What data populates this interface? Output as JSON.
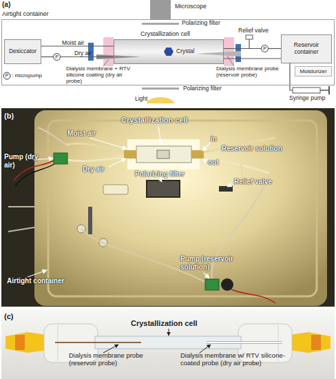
{
  "diagram": {
    "nodes": [
      {
        "text": [
          "Airtight container"
        ]
      },
      {
        "text": [
          "Microscope"
        ]
      },
      {
        "text": [
          "Desiccator"
        ],
        "in": 0
      },
      {
        "text": [
          "Crystallization cell"
        ],
        "in": 0
      },
      {
        "text": [
          "Reservoir container"
        ],
        "in": 0
      },
      {
        "text": [
          "Moisturizer"
        ],
        "in": 0
      },
      {
        "text": [
          "P"
        ],
        "in": 0
      },
      {
        "text": [
          "P"
        ],
        "in": 0
      }
    ],
    "edges": [
      {
        "from": 3,
        "to": 2,
        "arrow": "none",
        "label": "Moist air"
      },
      {
        "from": 2,
        "to": 6,
        "arrow": "none"
      },
      {
        "from": 6,
        "to": 3,
        "arrow": "none",
        "label": "Dry air"
      },
      {
        "from": 3,
        "to": 7,
        "arrow": "none"
      },
      {
        "from": 7,
        "to": 4,
        "arrow": "none"
      },
      {
        "from": 3,
        "to": 4,
        "arrow": "none"
      }
    ],
    "labels": [
      "(a)",
      "Polarizing filter",
      "Crystal",
      "Relief valve",
      "Dialysis membrane + RTV silicone coating (dry air probe)",
      "Dialysis membrane probe (reservoir probe)",
      "P",
      "Polarizing filter",
      "Light",
      "Syringe pump",
      "(b)",
      "Crystallization cell",
      "Moist air",
      "Pump (dry air)",
      "Dry air",
      "in",
      "Reservoir solution",
      "out",
      "Polarizing filter",
      "Relief valve",
      "Pump (reservoir solution)",
      "Airtight container",
      "(c)",
      "Crystallization cell",
      "Dialysis membrane probe (reservoir probe)",
      "Dialysis membrane w/ RTV silicone-coated probe (dry air probe)"
    ],
    "legend": [
      {
        "text": ": micropump"
      }
    ]
  }
}
